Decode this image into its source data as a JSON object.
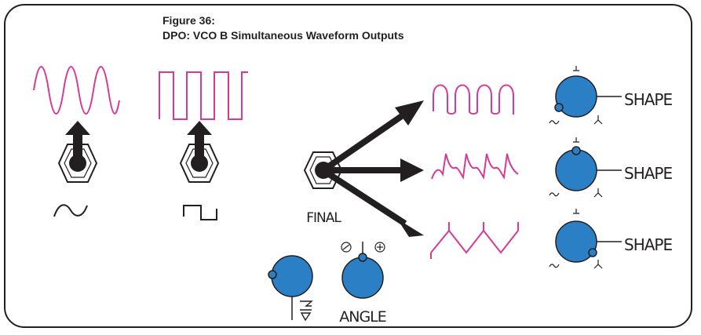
{
  "figure": {
    "number": "Figure 36:",
    "title": "DPO:  VCO B Simultaneous Waveform Outputs"
  },
  "labels": {
    "final": "FINAL",
    "angle": "ANGLE",
    "shape": "SHAPE"
  },
  "colors": {
    "waveform": "#d63a96",
    "knob": "#2b7fc4",
    "ink": "#231f20"
  },
  "switches": [
    {
      "name": "sine-switch",
      "position": "up"
    },
    {
      "name": "square-switch",
      "position": "up"
    }
  ],
  "outputs": [
    "square",
    "saw-sine",
    "triangle"
  ],
  "icons": [
    "sine-symbol-icon",
    "square-symbol-icon",
    "minus-circle-icon",
    "plus-circle-icon"
  ]
}
